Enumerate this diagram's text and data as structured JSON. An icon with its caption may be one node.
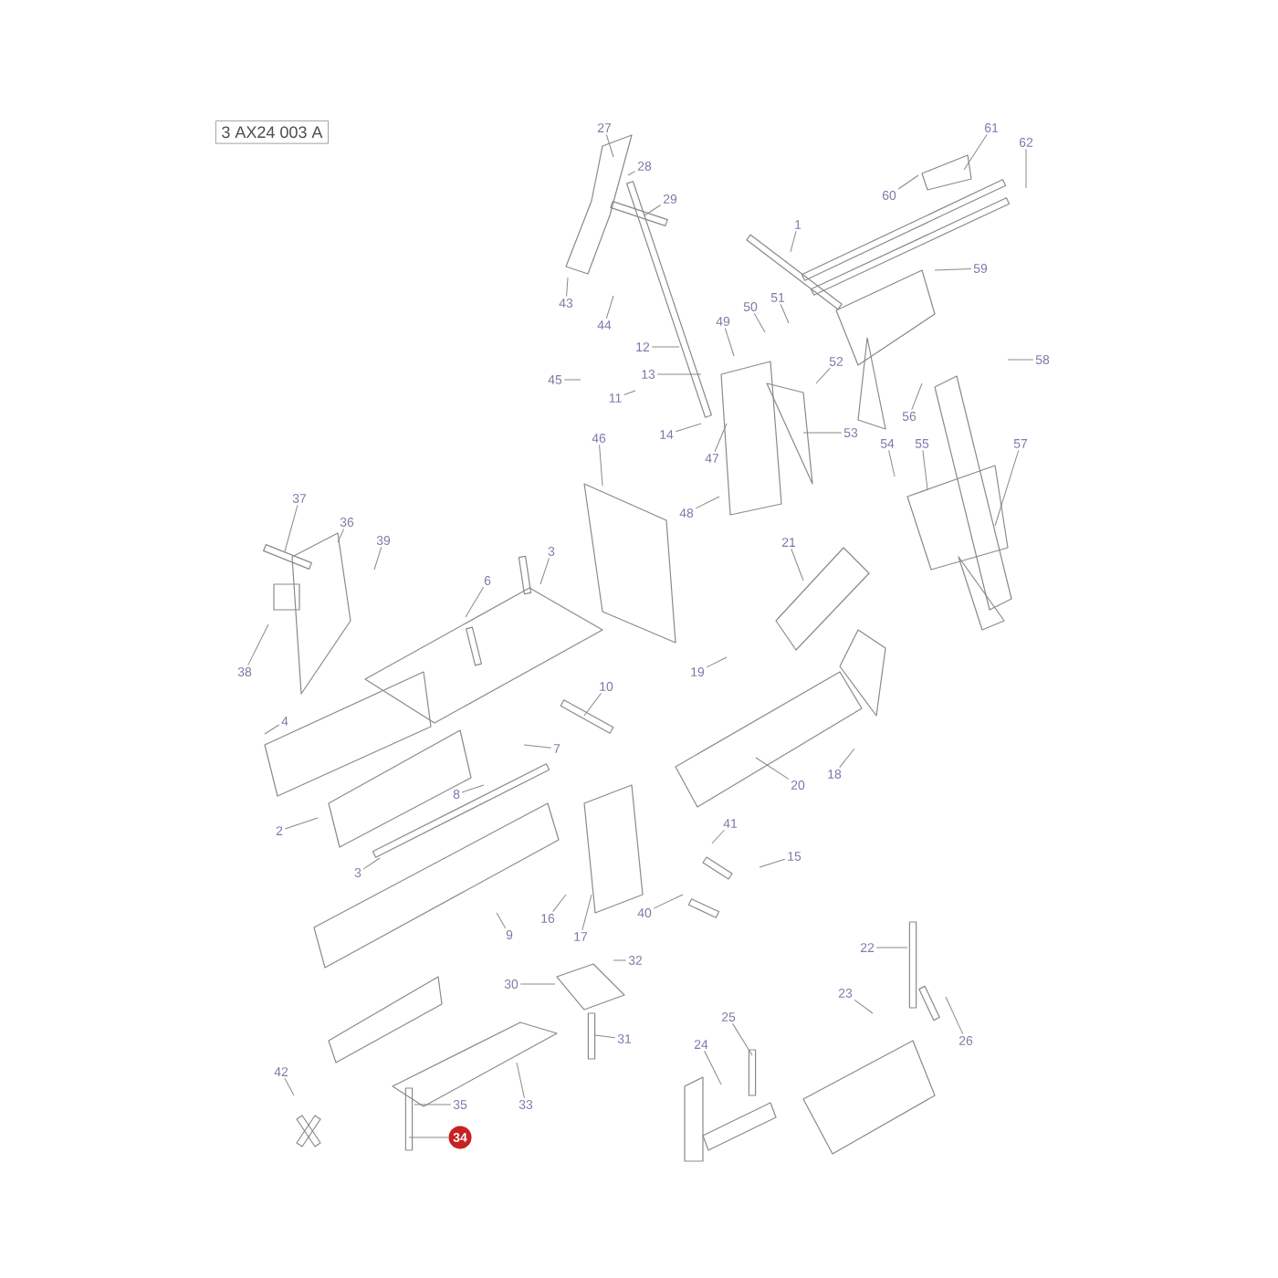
{
  "diagram": {
    "nodes": [
      {
        "text": [
          "3 AX24 003 A"
        ]
      },
      {
        "text": [
          "27"
        ]
      },
      {
        "text": [
          "28"
        ]
      },
      {
        "text": [
          "29"
        ]
      },
      {
        "text": [
          "43"
        ]
      },
      {
        "text": [
          "44"
        ]
      },
      {
        "text": [
          "1"
        ]
      },
      {
        "text": [
          "61"
        ]
      },
      {
        "text": [
          "62"
        ]
      },
      {
        "text": [
          "60"
        ]
      },
      {
        "text": [
          "59"
        ]
      },
      {
        "text": [
          "49"
        ]
      },
      {
        "text": [
          "50"
        ]
      },
      {
        "text": [
          "51"
        ]
      },
      {
        "text": [
          "52"
        ]
      },
      {
        "text": [
          "53"
        ]
      },
      {
        "text": [
          "12"
        ]
      },
      {
        "text": [
          "13"
        ]
      },
      {
        "text": [
          "11"
        ]
      },
      {
        "text": [
          "14"
        ]
      },
      {
        "text": [
          "45"
        ]
      },
      {
        "text": [
          "47"
        ]
      },
      {
        "text": [
          "48"
        ]
      },
      {
        "text": [
          "46"
        ]
      },
      {
        "text": [
          "54"
        ]
      },
      {
        "text": [
          "55"
        ]
      },
      {
        "text": [
          "56"
        ]
      },
      {
        "text": [
          "57"
        ]
      },
      {
        "text": [
          "58"
        ]
      },
      {
        "text": [
          "37"
        ]
      },
      {
        "text": [
          "36"
        ]
      },
      {
        "text": [
          "39"
        ]
      },
      {
        "text": [
          "38"
        ]
      },
      {
        "text": [
          "3"
        ]
      },
      {
        "text": [
          "6"
        ]
      },
      {
        "text": [
          "4"
        ]
      },
      {
        "text": [
          "7"
        ]
      },
      {
        "text": [
          "10"
        ]
      },
      {
        "text": [
          "8"
        ]
      },
      {
        "text": [
          "2"
        ]
      },
      {
        "text": [
          "3"
        ]
      },
      {
        "text": [
          "21"
        ]
      },
      {
        "text": [
          "19"
        ]
      },
      {
        "text": [
          "20"
        ]
      },
      {
        "text": [
          "18"
        ]
      },
      {
        "text": [
          "41"
        ]
      },
      {
        "text": [
          "15"
        ]
      },
      {
        "text": [
          "16"
        ]
      },
      {
        "text": [
          "17"
        ]
      },
      {
        "text": [
          "40"
        ]
      },
      {
        "text": [
          "9"
        ]
      },
      {
        "text": [
          "32"
        ]
      },
      {
        "text": [
          "30"
        ]
      },
      {
        "text": [
          "31"
        ]
      },
      {
        "text": [
          "42"
        ]
      },
      {
        "text": [
          "35"
        ]
      },
      {
        "text": [
          "33"
        ]
      },
      {
        "text": [
          "34"
        ]
      },
      {
        "text": [
          "22"
        ]
      },
      {
        "text": [
          "23"
        ]
      },
      {
        "text": [
          "26"
        ]
      },
      {
        "text": [
          "25"
        ]
      },
      {
        "text": [
          "24"
        ]
      }
    ],
    "edges": [
      {
        "from": 1,
        "to": null,
        "arrow": "none"
      },
      {
        "from": 2,
        "to": null,
        "arrow": "none"
      },
      {
        "from": 3,
        "to": null,
        "arrow": "none"
      },
      {
        "from": 4,
        "to": null,
        "arrow": "none"
      },
      {
        "from": 5,
        "to": null,
        "arrow": "none"
      },
      {
        "from": 6,
        "to": null,
        "arrow": "none"
      },
      {
        "from": 7,
        "to": null,
        "arrow": "none"
      },
      {
        "from": 8,
        "to": null,
        "arrow": "none"
      },
      {
        "from": 9,
        "to": null,
        "arrow": "none"
      },
      {
        "from": 10,
        "to": null,
        "arrow": "none"
      },
      {
        "from": 11,
        "to": null,
        "arrow": "none"
      },
      {
        "from": 12,
        "to": null,
        "arrow": "none"
      },
      {
        "from": 13,
        "to": null,
        "arrow": "none"
      },
      {
        "from": 14,
        "to": null,
        "arrow": "none"
      },
      {
        "from": 15,
        "to": null,
        "arrow": "none"
      },
      {
        "from": 16,
        "to": null,
        "arrow": "none"
      },
      {
        "from": 17,
        "to": null,
        "arrow": "none"
      },
      {
        "from": 18,
        "to": null,
        "arrow": "none"
      },
      {
        "from": 19,
        "to": null,
        "arrow": "none"
      },
      {
        "from": 20,
        "to": null,
        "arrow": "none"
      },
      {
        "from": 21,
        "to": null,
        "arrow": "none"
      },
      {
        "from": 22,
        "to": null,
        "arrow": "none"
      },
      {
        "from": 23,
        "to": null,
        "arrow": "none"
      },
      {
        "from": 24,
        "to": null,
        "arrow": "none"
      },
      {
        "from": 25,
        "to": null,
        "arrow": "none"
      },
      {
        "from": 26,
        "to": null,
        "arrow": "none"
      },
      {
        "from": 27,
        "to": null,
        "arrow": "none"
      },
      {
        "from": 28,
        "to": null,
        "arrow": "none"
      },
      {
        "from": 29,
        "to": null,
        "arrow": "none"
      },
      {
        "from": 30,
        "to": null,
        "arrow": "none"
      },
      {
        "from": 31,
        "to": null,
        "arrow": "none"
      },
      {
        "from": 32,
        "to": null,
        "arrow": "none"
      },
      {
        "from": 33,
        "to": null,
        "arrow": "none"
      },
      {
        "from": 34,
        "to": null,
        "arrow": "none"
      },
      {
        "from": 35,
        "to": null,
        "arrow": "none"
      },
      {
        "from": 36,
        "to": null,
        "arrow": "none"
      },
      {
        "from": 37,
        "to": null,
        "arrow": "none"
      },
      {
        "from": 38,
        "to": null,
        "arrow": "none"
      },
      {
        "from": 39,
        "to": null,
        "arrow": "none"
      },
      {
        "from": 40,
        "to": null,
        "arrow": "none"
      },
      {
        "from": 41,
        "to": null,
        "arrow": "none"
      },
      {
        "from": 42,
        "to": null,
        "arrow": "none"
      },
      {
        "from": 43,
        "to": null,
        "arrow": "none"
      },
      {
        "from": 44,
        "to": null,
        "arrow": "none"
      },
      {
        "from": 45,
        "to": null,
        "arrow": "none"
      },
      {
        "from": 46,
        "to": null,
        "arrow": "none"
      },
      {
        "from": 47,
        "to": null,
        "arrow": "none"
      },
      {
        "from": 48,
        "to": null,
        "arrow": "none"
      },
      {
        "from": 49,
        "to": null,
        "arrow": "none"
      },
      {
        "from": 50,
        "to": null,
        "arrow": "none"
      },
      {
        "from": 51,
        "to": null,
        "arrow": "none"
      },
      {
        "from": 52,
        "to": null,
        "arrow": "none"
      },
      {
        "from": 53,
        "to": null,
        "arrow": "none"
      },
      {
        "from": 54,
        "to": null,
        "arrow": "none"
      },
      {
        "from": 55,
        "to": null,
        "arrow": "none"
      },
      {
        "from": 56,
        "to": null,
        "arrow": "none"
      },
      {
        "from": 57,
        "to": null,
        "arrow": "none"
      },
      {
        "from": 58,
        "to": null,
        "arrow": "none"
      },
      {
        "from": 59,
        "to": null,
        "arrow": "none"
      },
      {
        "from": 60,
        "to": null,
        "arrow": "none"
      },
      {
        "from": 61,
        "to": null,
        "arrow": "none"
      },
      {
        "from": 62,
        "to": null,
        "arrow": "none"
      }
    ]
  }
}
